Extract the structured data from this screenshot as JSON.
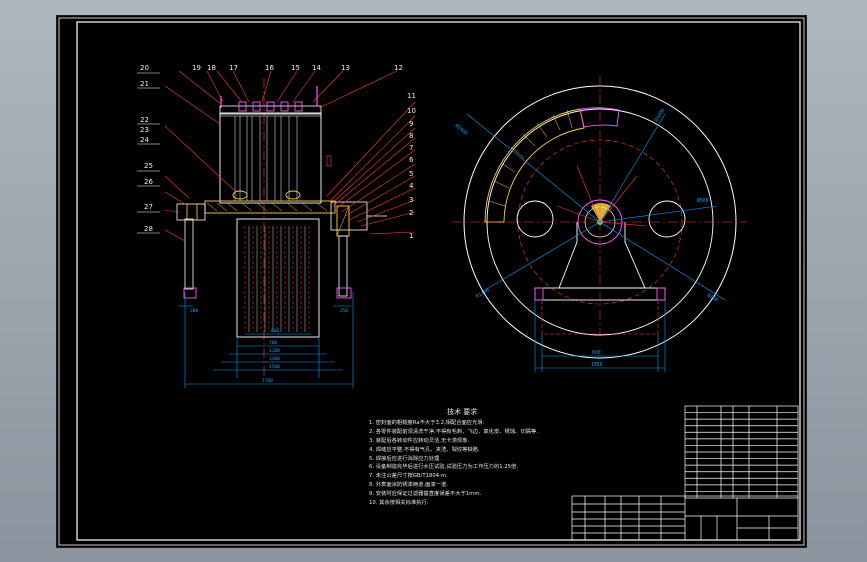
{
  "colors": {
    "background": "#000000",
    "frame": "#ffffff",
    "outline": "#ffffff",
    "hidden": "#ff2a2a",
    "dimension": "#00a0ff",
    "leader": "#ff3b3b",
    "hatch": "#ffd23f",
    "part": "#ff55ff",
    "text": "#f0f0f0"
  },
  "balloons_top": [
    "20",
    "19",
    "18",
    "17",
    "16",
    "15",
    "14",
    "13",
    "12"
  ],
  "balloons_left": [
    "21",
    "22",
    "23",
    "24",
    "25",
    "26",
    "27",
    "28"
  ],
  "balloons_right": [
    "11",
    "10",
    "9",
    "8",
    "7",
    "6",
    "5",
    "4",
    "3",
    "2",
    "1"
  ],
  "dimensions_front": [
    "600",
    "780",
    "1100",
    "1300",
    "1500",
    "1700",
    "200",
    "250"
  ],
  "dimensions_side": [
    "600",
    "1050",
    "Ø2400",
    "Ø1600",
    "Ø500",
    "R1100",
    "Ø100"
  ],
  "technical_requirements": {
    "title": "技术 要求",
    "lines": [
      "1. 密封面的粗糙度Ra不大于3.2,相配合面应光滑.",
      "2. 各零件装配前须清洗干净,不得有毛刺、飞边、氧化皮、锈蚀、切屑等.",
      "3. 装配后各转动件应转动灵活,无卡滞现象.",
      "4. 焊缝应平整,不得有气孔、夹渣、裂纹等缺陷.",
      "5. 焊接后应进行消除应力处理.",
      "6. 设备制造完毕后进行水压试验,试验压力为工作压力的1.25倍.",
      "7. 未注公差尺寸按GB/T1804-m.",
      "8. 外表面涂防锈漆两道,面漆一道.",
      "9. 安装时应保证过滤器垂直度误差不大于1mm.",
      "10. 其余按相关标准执行."
    ]
  },
  "title_block": {
    "parts_rows": 14,
    "lower_rows": 6
  }
}
